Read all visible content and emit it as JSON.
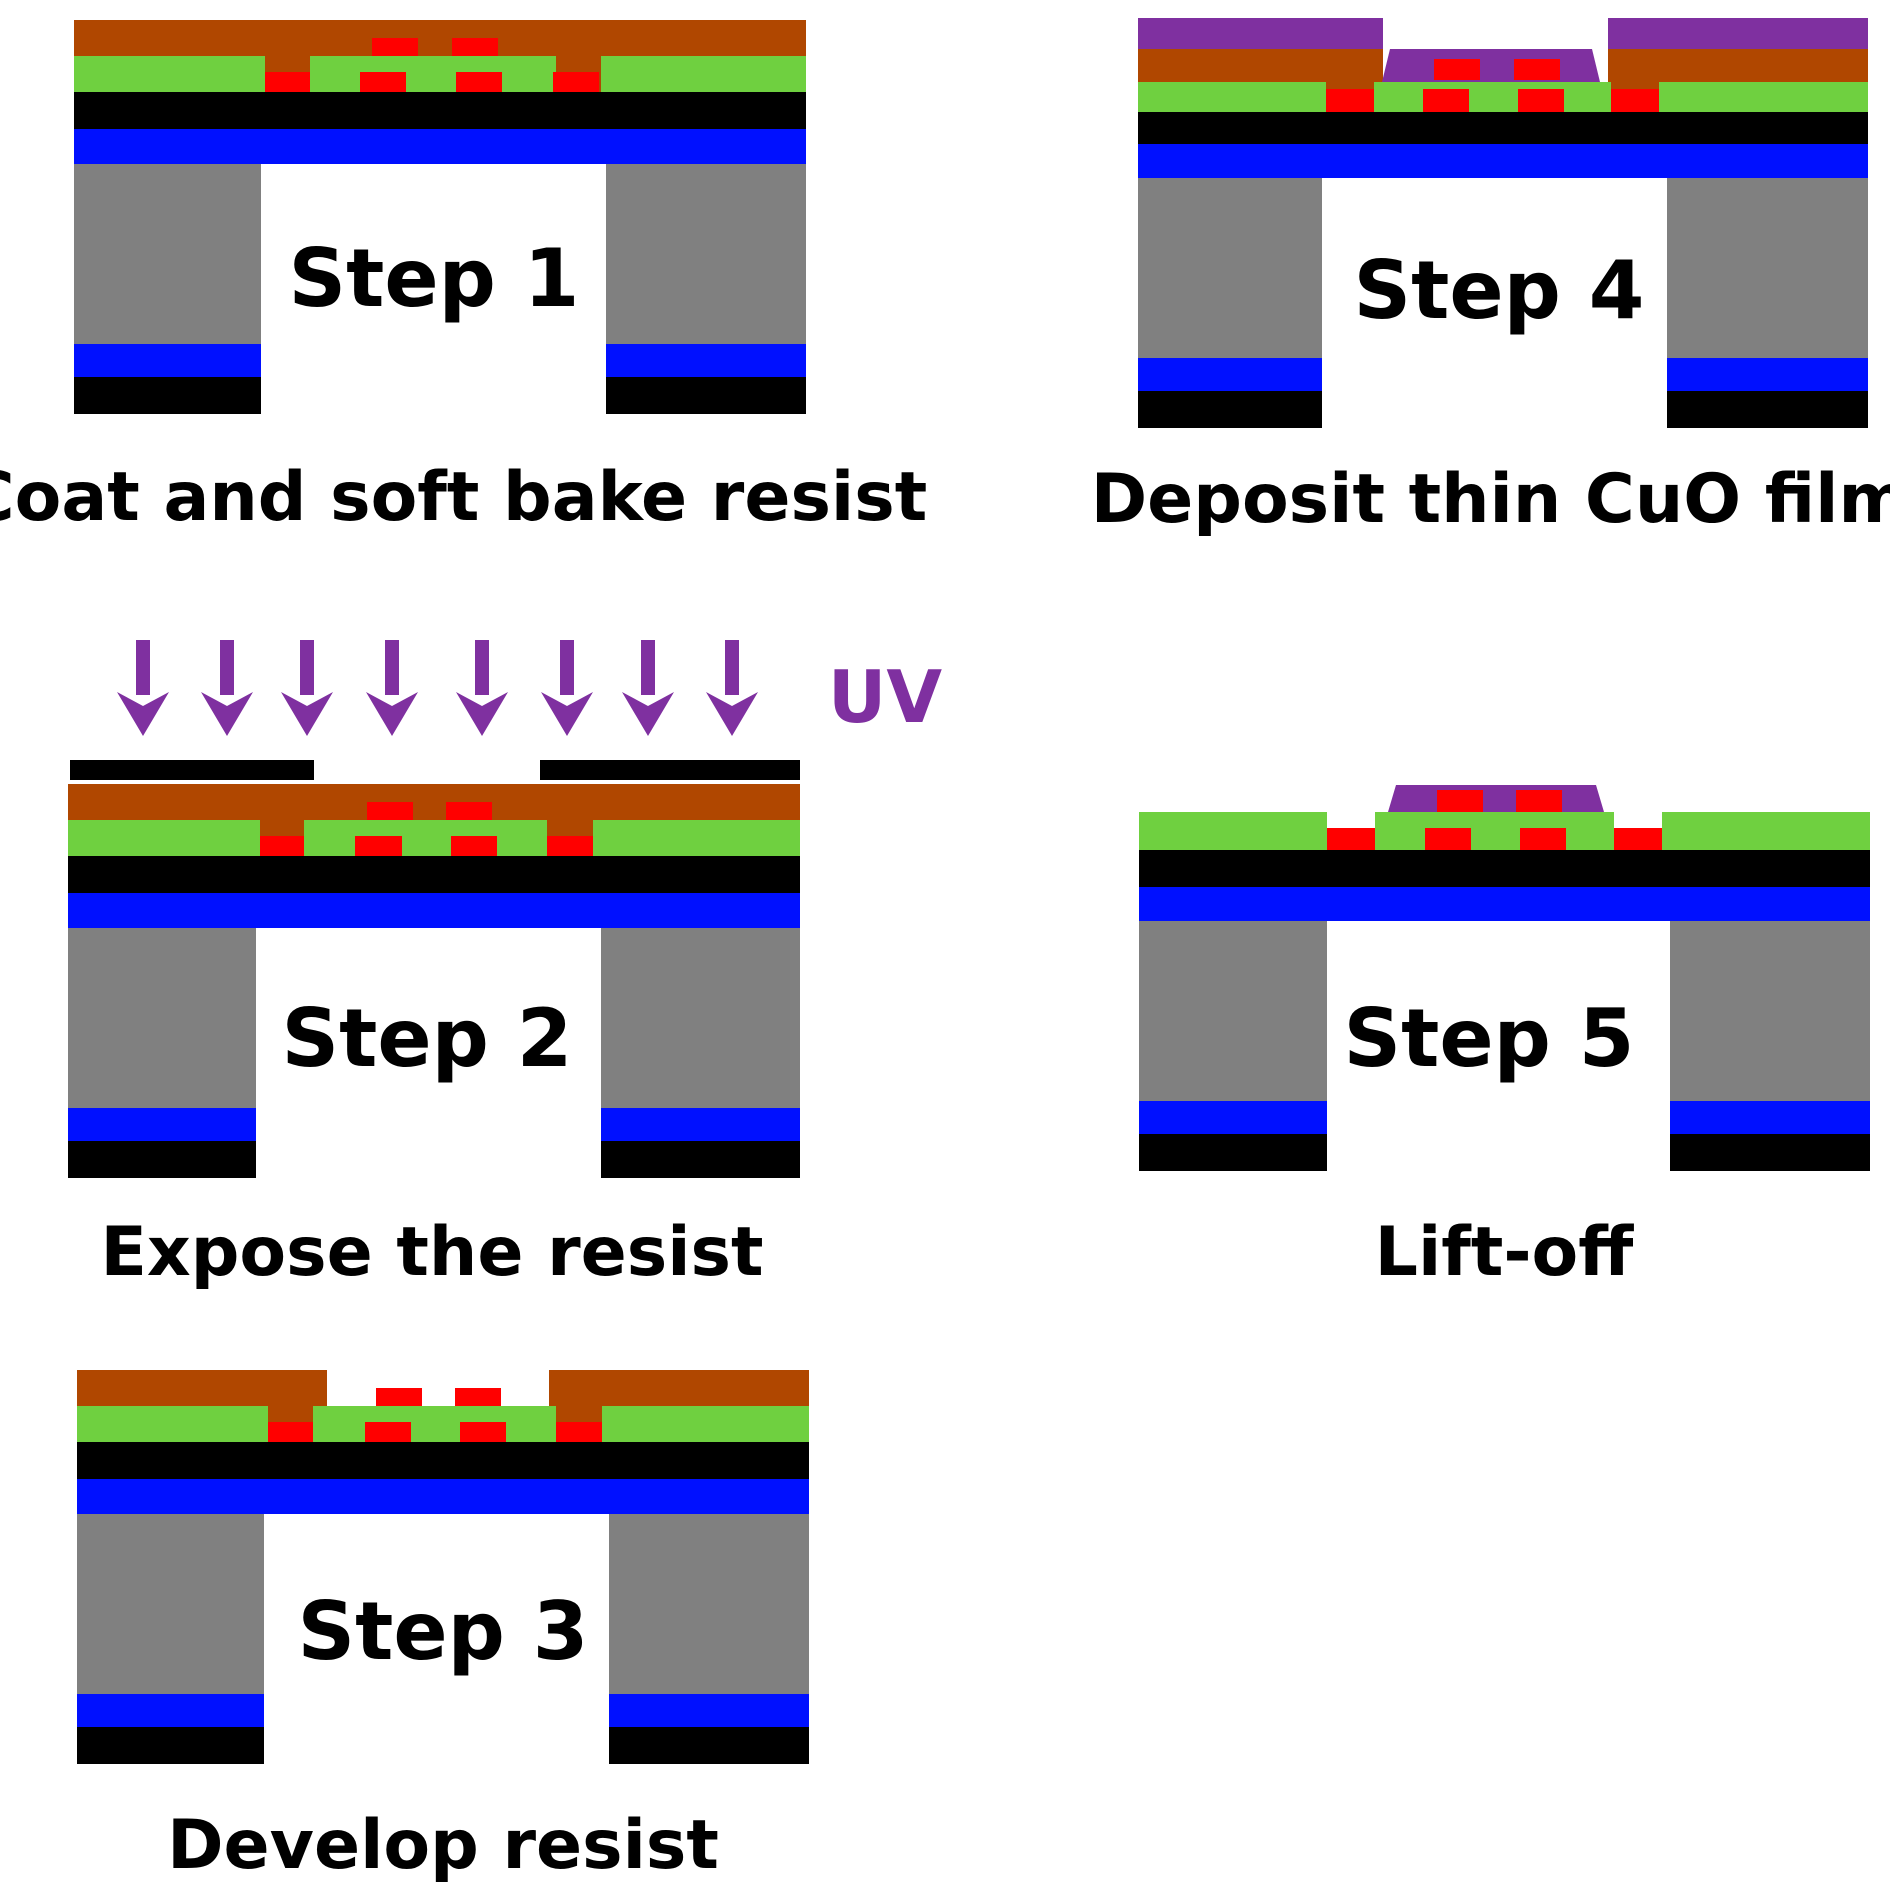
{
  "colors": {
    "resist": "#B04700",
    "passivation": "#6FD040",
    "electrode": "#FF0000",
    "dielectric_black": "#000000",
    "oxide_blue": "#0010FF",
    "silicon_gray": "#808080",
    "cuo_film": "#7F30A0",
    "mask": "#000000",
    "uv": "#7F30A0",
    "background": "#FFFFFF",
    "text": "#000000"
  },
  "uv_label": "UV",
  "steps": [
    {
      "id": 1,
      "step_label": "Step 1",
      "caption": "Coat and soft bake resist"
    },
    {
      "id": 2,
      "step_label": "Step 2",
      "caption": "Expose the resist"
    },
    {
      "id": 3,
      "step_label": "Step 3",
      "caption": "Develop resist"
    },
    {
      "id": 4,
      "step_label": "Step 4",
      "caption": "Deposit thin CuO film"
    },
    {
      "id": 5,
      "step_label": "Step 5",
      "caption": "Lift-off"
    }
  ]
}
